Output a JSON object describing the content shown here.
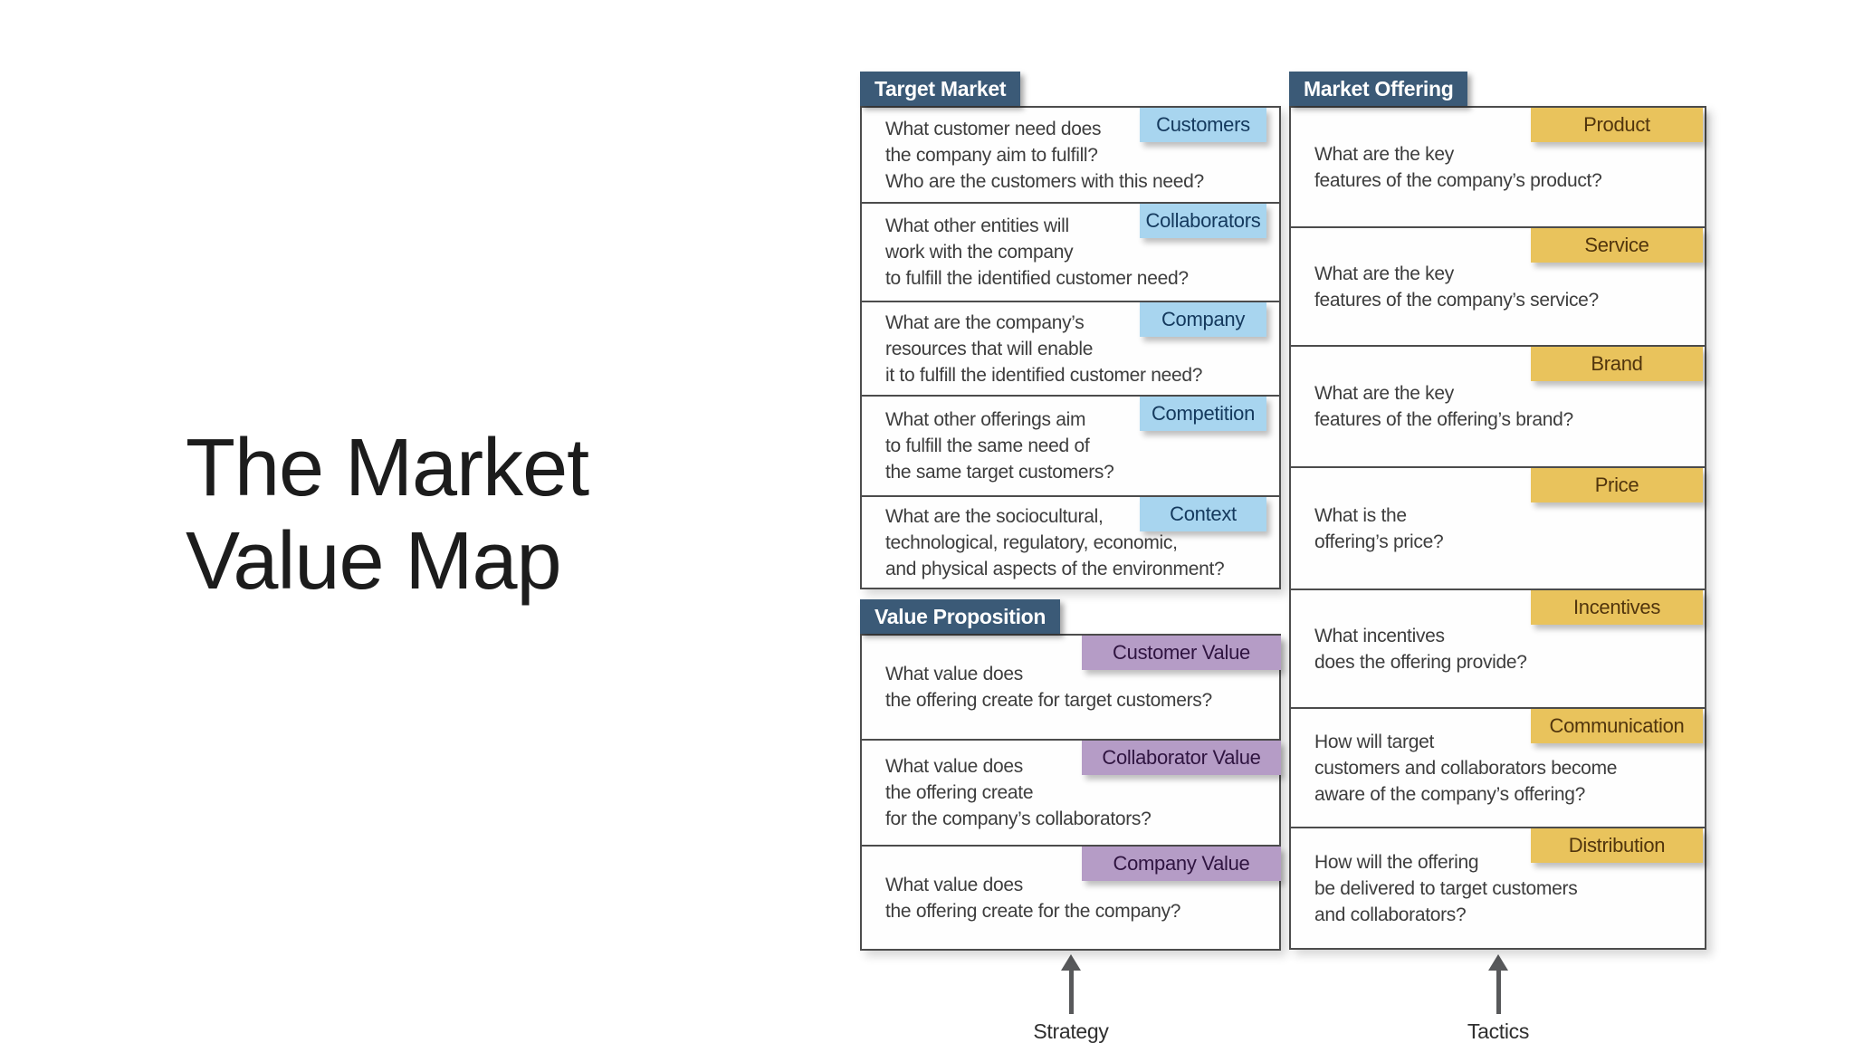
{
  "slide_title": {
    "lines": [
      "The Market",
      "Value Map"
    ]
  },
  "colors": {
    "section_header_bg": "#3b5a77",
    "section_header_text": "#ffffff",
    "box_border": "#4c4c4c",
    "body_text": "#3d3d3d",
    "target_market_tag_bg": "#a8d5ef",
    "target_market_tag_text": "#14395d",
    "value_proposition_tag_bg": "#b59cc6",
    "value_proposition_tag_text": "#2f1440",
    "market_offering_tag_bg": "#e9c35c",
    "market_offering_tag_text": "#51350d",
    "arrow": "#58595b"
  },
  "panels": [
    {
      "header": "Target Market",
      "rows": [
        {
          "tag": "Customers",
          "question": [
            "What customer need does",
            "the company aim to fulfill?",
            "Who are the customers with this need?"
          ]
        },
        {
          "tag": "Collaborators",
          "question": [
            "What other entities will",
            "work with the company",
            "to fulfill the identified customer need?"
          ]
        },
        {
          "tag": "Company",
          "question": [
            "What are the company’s",
            "resources that will enable",
            "it to fulfill the identified customer need?"
          ]
        },
        {
          "tag": "Competition",
          "question": [
            "What other offerings aim",
            "to fulfill the same need of",
            "the same target customers?"
          ]
        },
        {
          "tag": "Context",
          "question": [
            "What are the sociocultural,",
            "technological, regulatory, economic,",
            "and physical aspects of the environment?"
          ]
        }
      ]
    },
    {
      "header": "Value Proposition",
      "rows": [
        {
          "tag": "Customer Value",
          "question": [
            "What value does",
            "the offering create for target customers?"
          ]
        },
        {
          "tag": "Collaborator Value",
          "question": [
            "What value does",
            "the offering create",
            "for the company’s collaborators?"
          ]
        },
        {
          "tag": "Company Value",
          "question": [
            "What value does",
            "the offering create for the company?"
          ]
        }
      ]
    },
    {
      "header": "Market Offering",
      "rows": [
        {
          "tag": "Product",
          "question": [
            "What are the key",
            "features of the company’s product?"
          ]
        },
        {
          "tag": "Service",
          "question": [
            "What are the key",
            "features of the company’s service?"
          ]
        },
        {
          "tag": "Brand",
          "question": [
            "What are the key",
            "features of the offering’s brand?"
          ]
        },
        {
          "tag": "Price",
          "question": [
            "What is the",
            "offering’s price?"
          ]
        },
        {
          "tag": "Incentives",
          "question": [
            "What incentives",
            "does the offering provide?"
          ]
        },
        {
          "tag": "Communication",
          "question": [
            "How will target",
            "customers and collaborators become",
            "aware of the company’s offering?"
          ]
        },
        {
          "tag": "Distribution",
          "question": [
            "How will the offering",
            "be delivered to target customers",
            "and collaborators?"
          ]
        }
      ]
    }
  ],
  "arrows": [
    {
      "label": "Strategy"
    },
    {
      "label": "Tactics"
    }
  ]
}
